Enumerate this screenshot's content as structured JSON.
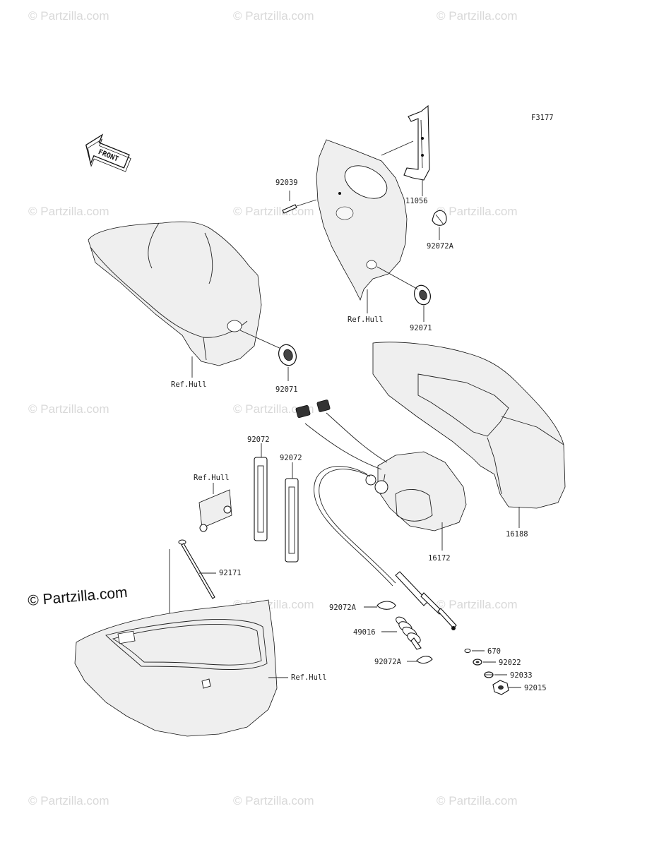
{
  "figure_code": "F3177",
  "front_arrow_label": "FRONT",
  "watermark": "© Partzilla.com",
  "credit": "© Partzilla.com",
  "labels": {
    "p11056": "11056",
    "p92039": "92039",
    "p92072A_top": "92072A",
    "p92071_right": "92071",
    "ref_hull_top": "Ref.Hull",
    "ref_hull_left": "Ref.Hull",
    "p92071_left": "92071",
    "p92072_a": "92072",
    "p92072_b": "92072",
    "ref_hull_mid": "Ref.Hull",
    "p92171": "92171",
    "p16188": "16188",
    "p16172": "16172",
    "p92072A_mid": "92072A",
    "p49016": "49016",
    "p92072A_low": "92072A",
    "p670": "670",
    "p92022": "92022",
    "p92033": "92033",
    "p92015": "92015",
    "ref_hull_bottom": "Ref.Hull"
  }
}
